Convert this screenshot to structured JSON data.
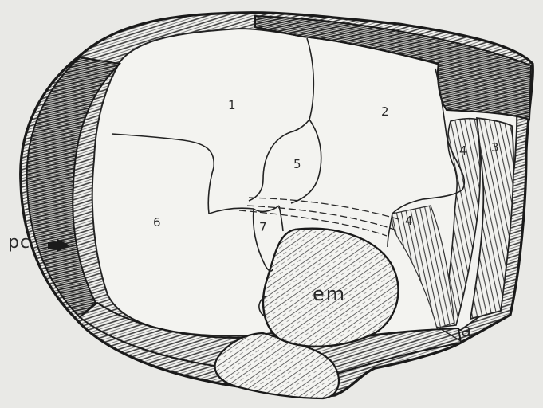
{
  "figure": {
    "labels": {
      "r1": "1",
      "r2": "2",
      "r3": "3",
      "r4a": "4",
      "r4b": "4",
      "r5": "5",
      "r6": "6",
      "r7": "7",
      "em": "em",
      "pc": "pc",
      "a": "a"
    }
  }
}
